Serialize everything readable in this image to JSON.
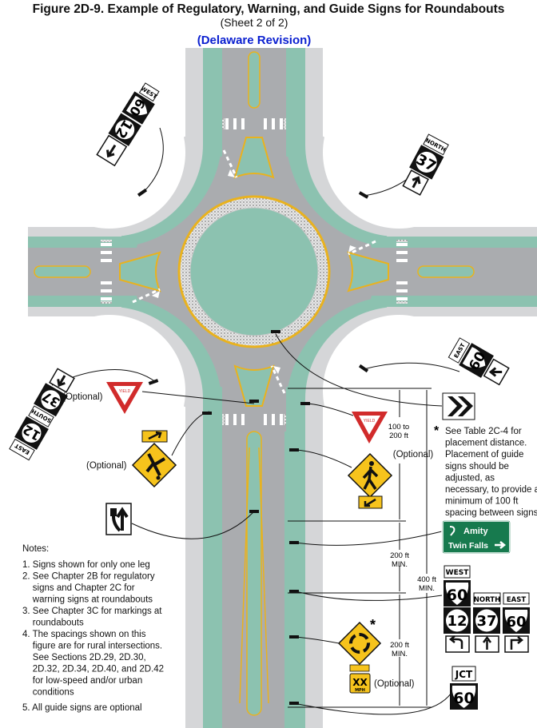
{
  "title": "Figure 2D-9.  Example of Regulatory, Warning, and Guide Signs for Roundabouts",
  "subtitle": "(Sheet 2 of 2)",
  "revision": "(Delaware Revision)",
  "colors": {
    "revision": "#0a1fd0",
    "landscape": "#8cc2b0",
    "shoulder": "#d5d6d8",
    "asphalt": "#aaacaf",
    "yellow_line": "#e9b21e",
    "guide_green": "#177a4e",
    "warning_yellow": "#f6c31c",
    "yield_red": "#d12b2b"
  },
  "signs": {
    "nw_assembly": {
      "cardinal": "WEST",
      "us_route": "60",
      "state_route": "12"
    },
    "ne_assembly": {
      "cardinal": "NORTH",
      "state_route": "37"
    },
    "e_assembly": {
      "cardinal": "EAST",
      "us_route": "60"
    },
    "w_assembly": {
      "state_route_1": "37",
      "cardinal_1": "SOUTH",
      "state_route_2": "12",
      "cardinal_2": "EAST"
    },
    "yield_legend": "YIELD",
    "guide": {
      "line1": "Amity",
      "line2": "Twin Falls"
    },
    "route_assembly": {
      "west": "WEST",
      "us60": "60",
      "sr12": "12",
      "north": "NORTH",
      "sr37": "37",
      "east": "EAST",
      "us60b": "60"
    },
    "speed_plaque": {
      "value": "XX",
      "unit": "MPH"
    },
    "jct": {
      "label": "JCT",
      "route": "60"
    }
  },
  "labels": {
    "optional_left_yield": "(Optional)",
    "optional_left_ped": "(Optional)",
    "optional_right": "(Optional)",
    "optional_speed": "(Optional)",
    "dim_100_200_a": "100 to",
    "dim_100_200_b": "200 ft",
    "dim_200a_a": "200 ft",
    "dim_200a_b": "MIN.",
    "dim_400_a": "400 ft",
    "dim_400_b": "MIN.",
    "dim_200b_a": "200 ft",
    "dim_200b_b": "MIN.",
    "asterisk": "*"
  },
  "star_note": [
    "See Table 2C-4 for",
    "placement distance.",
    "Placement of guide",
    "signs should be",
    "adjusted, as",
    "necessary, to provide a",
    "minimum of 100 ft",
    "spacing between signs."
  ],
  "notes": {
    "heading": "Notes:",
    "lines": [
      "1. Signs shown for only one leg",
      "2. See Chapter 2B for regulatory",
      "    signs and Chapter 2C for",
      "    warning signs at roundabouts",
      "3. See Chapter 3C for markings at",
      "    roundabouts",
      "4. The spacings shown on this",
      "    figure are for rural intersections.",
      "    See Sections 2D.29, 2D.30,",
      "    2D.32, 2D.34, 2D.40, and 2D.42",
      "    for low-speed and/or urban",
      "    conditions",
      "5. All guide signs are optional"
    ]
  }
}
